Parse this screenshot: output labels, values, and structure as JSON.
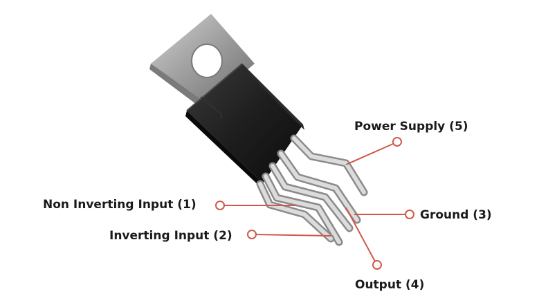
{
  "pins": [
    {
      "id": "pin1",
      "label": "Non Inverting Input (1)"
    },
    {
      "id": "pin2",
      "label": "Inverting Input (2)"
    },
    {
      "id": "pin3",
      "label": "Ground (3)"
    },
    {
      "id": "pin4",
      "label": "Output (4)"
    },
    {
      "id": "pin5",
      "label": "Power Supply (5)"
    }
  ],
  "colors": {
    "callout": "#d0584a",
    "label_text": "#1a1a1a",
    "body": "#1c1c1c",
    "tab": "#9a9a9a",
    "leads": "#c2c2c2"
  }
}
